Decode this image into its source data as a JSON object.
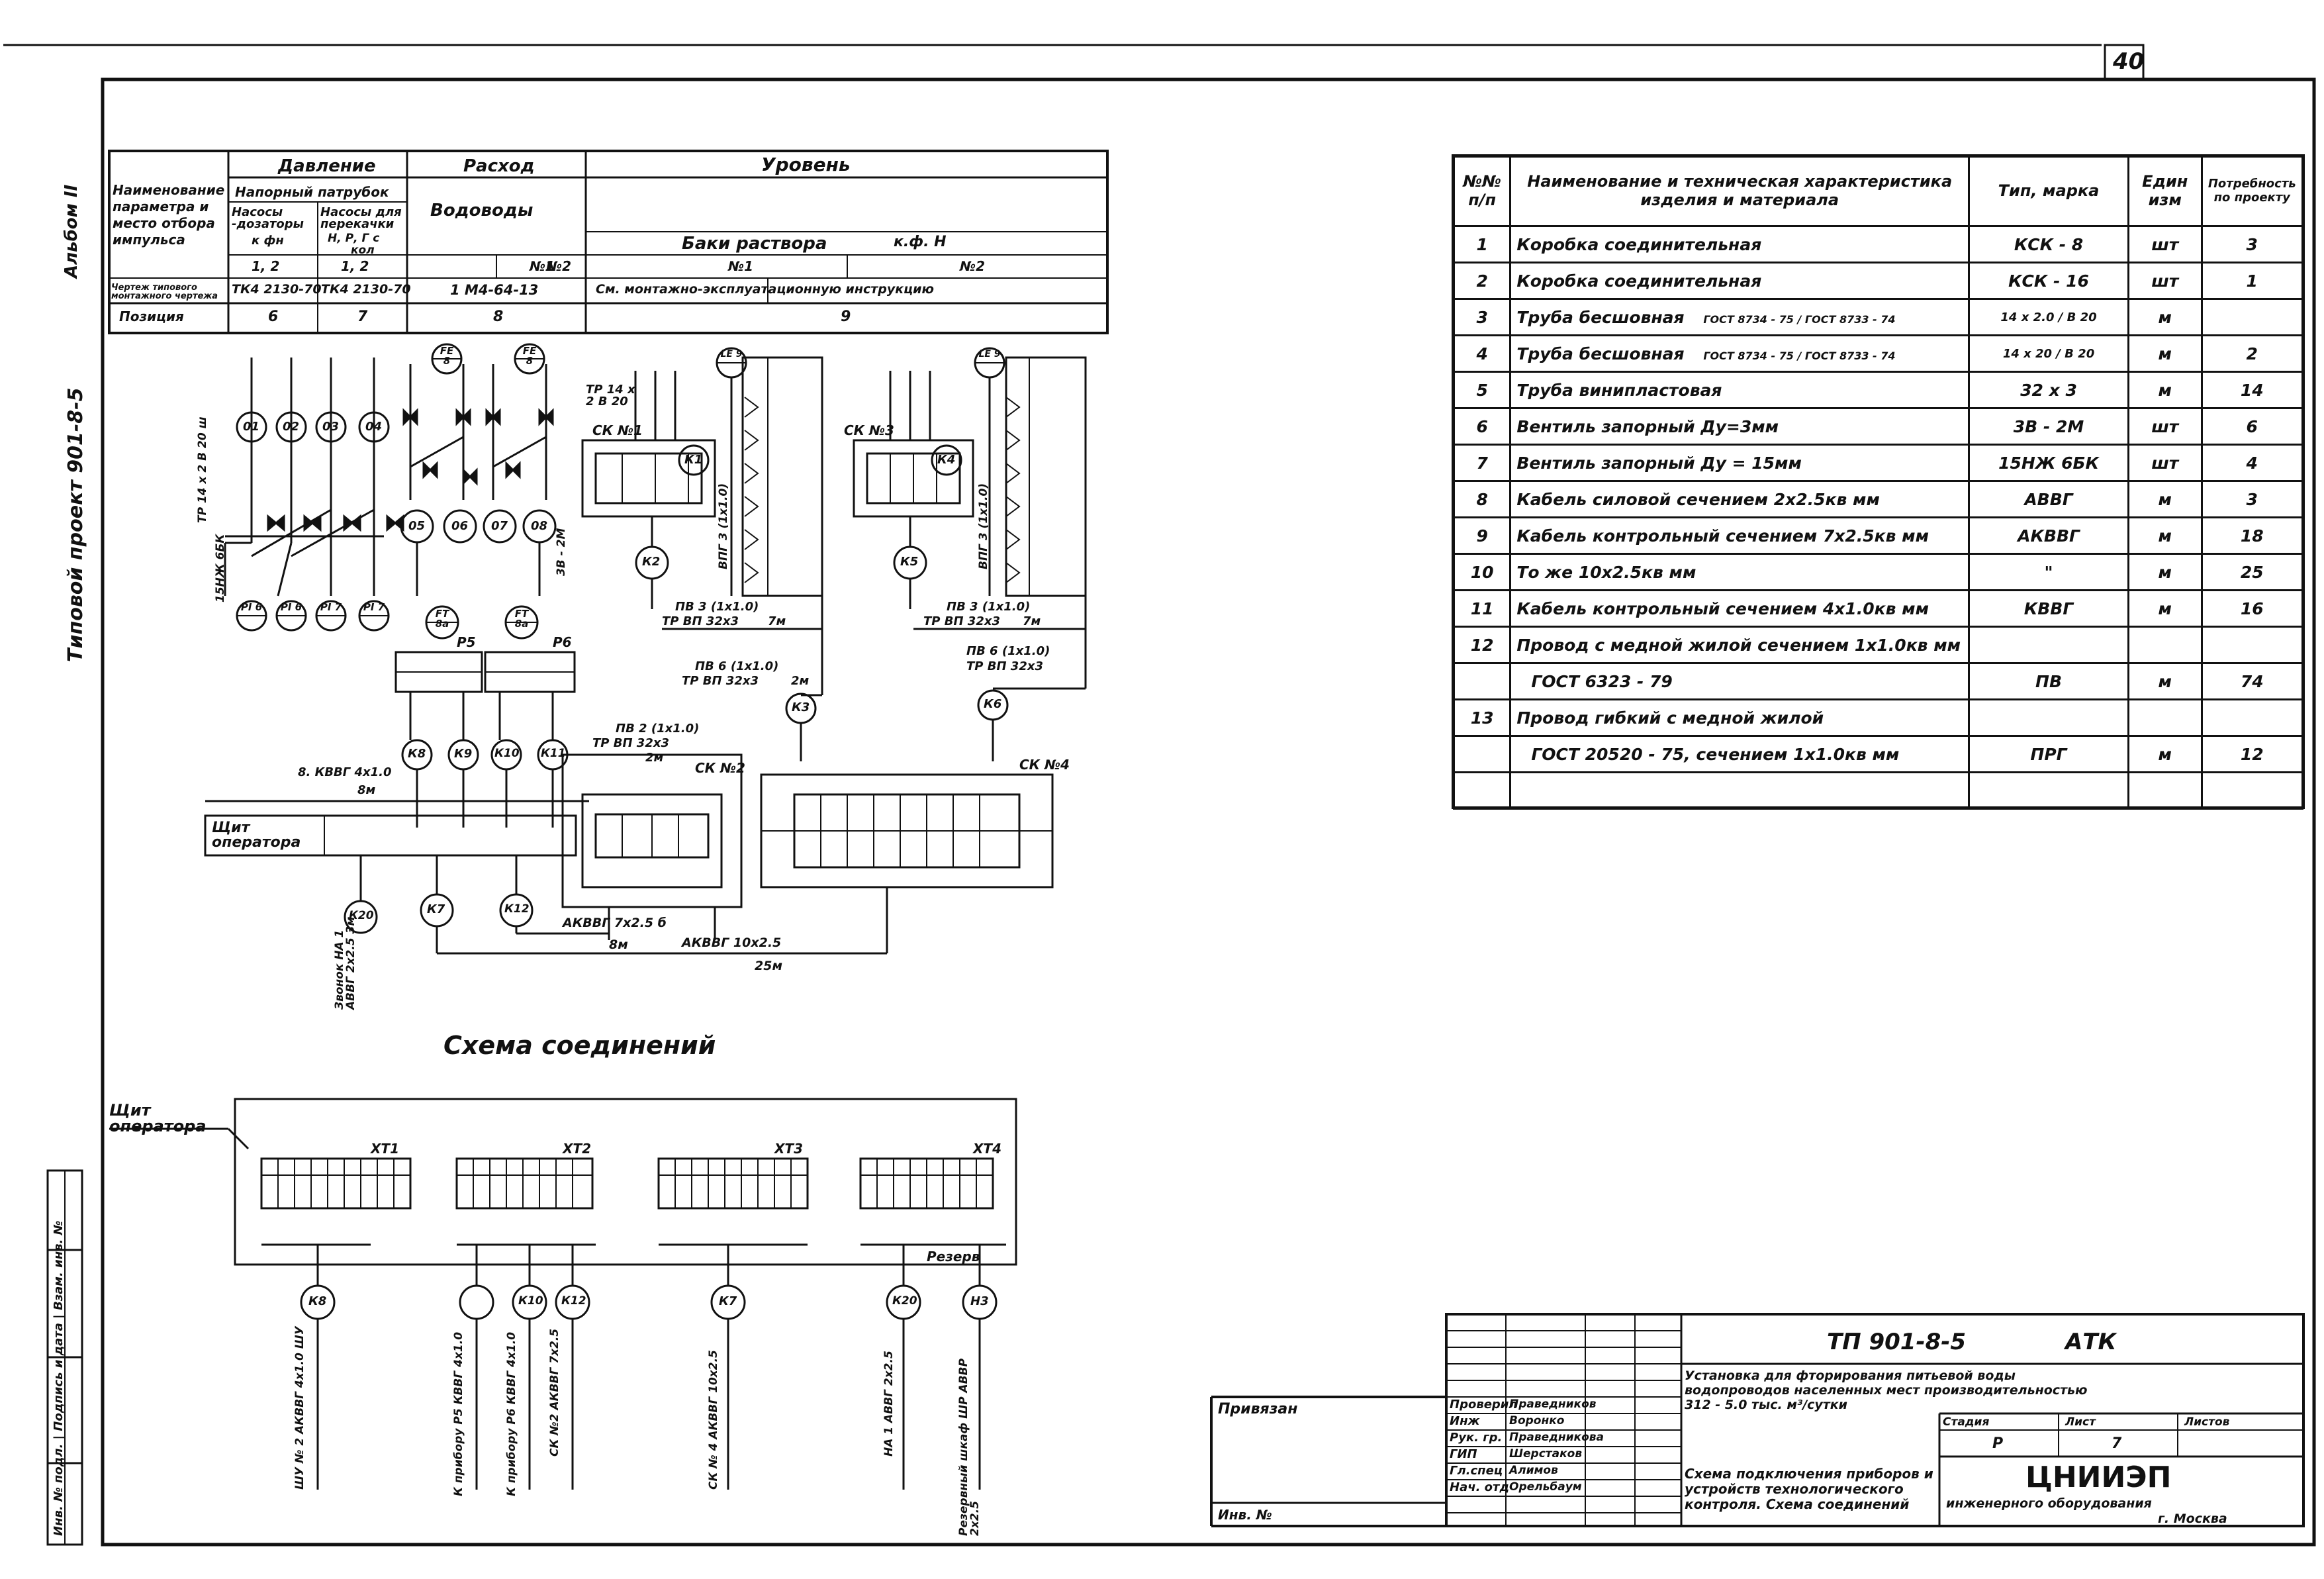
{
  "page_number": "40",
  "left_margin": {
    "album": "Альбом II",
    "project": "Типовой проект 901-8-5",
    "stamp_labels": "Инв. № подл. | Подпись и дата | Взам. инв. №"
  },
  "top_table": {
    "row_header": "Наименование параметра и место отбора импульса",
    "pressure_title": "Давление",
    "pressure_sub": "Напорный патрубок",
    "pressure_col1": "Насосы -дозаторы",
    "pressure_col1b": "к фн",
    "pressure_col2": "Насосы для перекачки",
    "pressure_col2b": "Н, Р, Г с",
    "pressure_col2c": "кол",
    "flow_title": "Расход",
    "flow_sub": "Водоводы",
    "level_title": "Уровень",
    "level_sub": "Баки раствора",
    "level_sub2": "к.ф. Н",
    "n1": "1, 2",
    "n2": "1, 2",
    "n3": "№1",
    "n4": "№2",
    "n5": "№1",
    "n6": "№2",
    "doc_label": "Чертеж типового монтажного чертежа",
    "doc_1": "ТК4 2130-70",
    "doc_2": "ТК4 2130-70",
    "doc_3": "1 М4-64-13",
    "doc_4": "См. монтажно-эксплуатационную инструкцию",
    "position_label": "Позиция",
    "pos_6": "6",
    "pos_7": "7",
    "pos_8": "8",
    "pos_9": "9"
  },
  "spec_table": {
    "headers": {
      "num": "№№ п/п",
      "name": "Наименование и техническая характеристика изделия и материала",
      "type": "Тип, марка",
      "unit": "Един изм",
      "qty": "Потребность по проекту"
    },
    "rows": [
      {
        "n": "1",
        "name": "Коробка соединительная",
        "type": "КСК - 8",
        "unit": "шт",
        "qty": "3"
      },
      {
        "n": "2",
        "name": "Коробка соединительная",
        "type": "КСК - 16",
        "unit": "шт",
        "qty": "1"
      },
      {
        "n": "3",
        "name": "Труба бесшовная",
        "gost": "ГОСТ 8734 - 75 / ГОСТ 8733 - 74",
        "type": "14 х 2.0 / В 20",
        "unit": "м",
        "qty": ""
      },
      {
        "n": "4",
        "name": "Труба бесшовная",
        "gost": "ГОСТ 8734 - 75 / ГОСТ 8733 - 74",
        "type": "14 х 20 / В 20",
        "unit": "м",
        "qty": "2"
      },
      {
        "n": "5",
        "name": "Труба винипластовая",
        "type": "32 х 3",
        "unit": "м",
        "qty": "14"
      },
      {
        "n": "6",
        "name": "Вентиль запорный Ду=3мм",
        "type": "3В - 2М",
        "unit": "шт",
        "qty": "6"
      },
      {
        "n": "7",
        "name": "Вентиль запорный Ду = 15мм",
        "type": "15НЖ 6БК",
        "unit": "шт",
        "qty": "4"
      },
      {
        "n": "8",
        "name": "Кабель силовой сечением 2х2.5кв мм",
        "type": "АВВГ",
        "unit": "м",
        "qty": "3"
      },
      {
        "n": "9",
        "name": "Кабель контрольный сечением 7х2.5кв мм",
        "type": "АКВВГ",
        "unit": "м",
        "qty": "18"
      },
      {
        "n": "10",
        "name": "То же 10х2.5кв мм",
        "type": "\"",
        "unit": "м",
        "qty": "25"
      },
      {
        "n": "11",
        "name": "Кабель контрольный сечением 4х1.0кв мм",
        "type": "КВВГ",
        "unit": "м",
        "qty": "16"
      },
      {
        "n": "12",
        "name": "Провод с медной жилой сечением 1х1.0кв мм",
        "type": "",
        "unit": "",
        "qty": ""
      },
      {
        "n": "",
        "name": "ГОСТ 6323 - 79",
        "type": "ПВ",
        "unit": "м",
        "qty": "74"
      },
      {
        "n": "13",
        "name": "Провод гибкий с медной жилой",
        "type": "",
        "unit": "",
        "qty": ""
      },
      {
        "n": "",
        "name": "ГОСТ 20520 - 75, сечением 1х1.0кв мм",
        "type": "ПРГ",
        "unit": "м",
        "qty": "12"
      },
      {
        "n": "",
        "name": "",
        "type": "",
        "unit": "",
        "qty": ""
      }
    ]
  },
  "diagram": {
    "title": "Схема соединений",
    "operator_panel": "Щит оператора",
    "operator_panel2": "Щит оператора",
    "devices_top": [
      "01",
      "02",
      "03",
      "04"
    ],
    "devices_mid": [
      "05",
      "06",
      "07",
      "08"
    ],
    "pi": [
      "PI 6",
      "PI 6",
      "PI 7",
      "PI 7"
    ],
    "fe": [
      "FE 8",
      "FE 8"
    ],
    "ft": [
      "FT 8а",
      "FT 8а"
    ],
    "le": [
      "LE 9",
      "LE 9"
    ],
    "k_labels": [
      "К1",
      "К2",
      "К3",
      "К4",
      "К5",
      "К6",
      "К7",
      "К8",
      "К9",
      "К10",
      "К11",
      "К12",
      "К20",
      "Н3"
    ],
    "box_labels": [
      "СК №1",
      "СК №2",
      "СК №3",
      "СК №4"
    ],
    "pipe_label": "ТР 14 х 2 В 20",
    "pipe_left": "ТР 14 х 2 В 20 ш",
    "valve_left": "15НЖ 6БК",
    "len_38": "3В - 2М",
    "cables": {
      "c1": "ПВ 3 (1х1.0)",
      "c1b": "ТР ВП 32х3",
      "c1c": "7м",
      "c2": "ПВ 3 (1х1.0)",
      "c2b": "ТР ВП 32х3",
      "c2c": "7м",
      "c3": "ПВ 6 (1х1.0)",
      "c3b": "ТР ВП 32х3",
      "c3c": "2м",
      "c4": "ПВ 6 (1х1.0)",
      "c4b": "ТР ВП 32х3",
      "c5": "ПВ 2 (1х1.0)",
      "c5b": "ТР ВП 32х3",
      "c5c": "2м",
      "c6": "8. КВВГ 4х1.0",
      "c6b": "8м",
      "c7": "АКВВГ 7х2.5 б",
      "c7b": "8м",
      "c8": "АКВВГ 10х2.5",
      "c8b": "25м",
      "zvonok": "Звонок НА 1 АВВГ 2х2.5 3м",
      "vert_left1": "ВПГ 3 (1х1.0)",
      "vert_left2": "ВПГ 3 (1х1.0)"
    },
    "terminal_titles": [
      "ХТ1",
      "ХТ2",
      "ХТ3",
      "ХТ4"
    ],
    "reserve": "Резерв",
    "bottom_labels": [
      "ШУ № 2 АКВВГ 4х1.0 ШУ",
      "К прибору Р5 КВВГ 4х1.0",
      "К прибору Р6 КВВГ 4х1.0",
      "СК №2 АКВВГ 7х2.5",
      "СК № 4 АКВВГ 10х2.5",
      "НА 1 АВВГ 2х2.5",
      "Резервный шкаф ШР АВВР 2х2.5"
    ],
    "r5": "Р5",
    "r6": "Р6"
  },
  "title_block": {
    "code": "ТП 901-8-5",
    "sheet_mark": "АТК",
    "description": "Установка для фторирования питьевой воды водопроводов населенных мест производительностью 312 - 5.0 тыс. м³/сутки",
    "drawing_title": "Схема подключения приборов и устройств технологического контроля. Схема соединений",
    "stage_label": "Стадия",
    "sheet_label": "Лист",
    "sheets_label": "Листов",
    "stage": "Р",
    "sheet": "7",
    "org": "ЦНИИЭП",
    "org_sub": "инженерного оборудования",
    "city": "г. Москва",
    "privyazan": "Привязан",
    "inv": "Инв. №",
    "roles": [
      "Проверил",
      "Инж",
      "Рук. гр.",
      "ГИП",
      "Гл.спец",
      "Нач. отд"
    ],
    "names": [
      "Праведников",
      "Воронко",
      "Праведникова",
      "Шерстаков",
      "Алимов",
      "Орельбаум"
    ]
  }
}
